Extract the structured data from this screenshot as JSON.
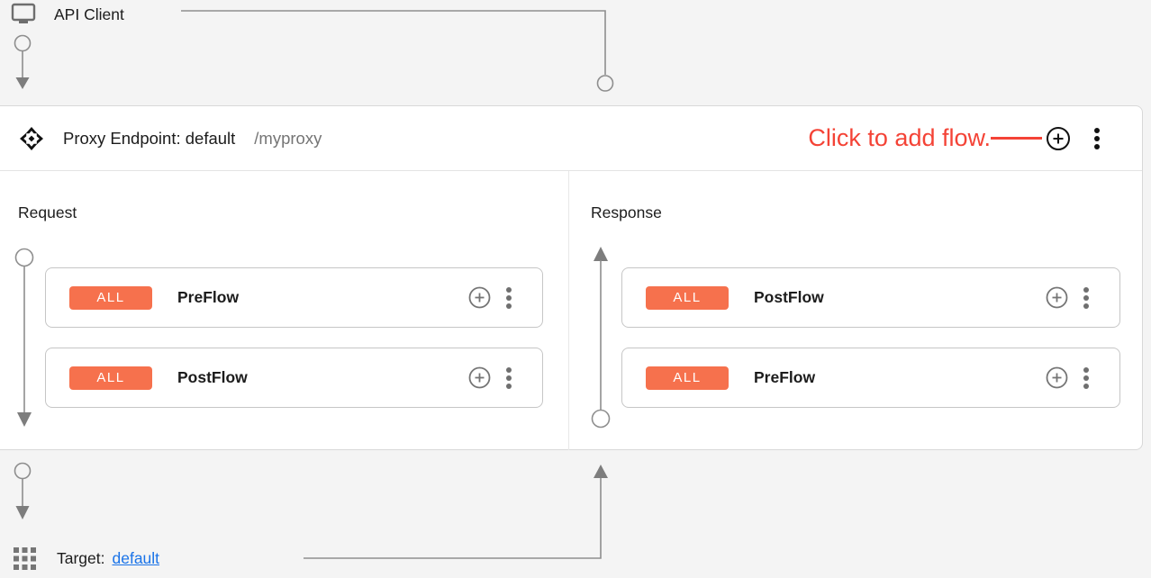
{
  "colors": {
    "badge_orange": "#f6714d",
    "annotation_red": "#f44336",
    "link_blue": "#1a73e8",
    "connector_gray": "#8e8e8e"
  },
  "api_client": {
    "label": "API Client"
  },
  "proxy_endpoint": {
    "title": "Proxy Endpoint: default",
    "path": "/myproxy",
    "annotation": "Click to add flow."
  },
  "request": {
    "label": "Request",
    "flows": [
      {
        "badge": "ALL",
        "name": "PreFlow"
      },
      {
        "badge": "ALL",
        "name": "PostFlow"
      }
    ]
  },
  "response": {
    "label": "Response",
    "flows": [
      {
        "badge": "ALL",
        "name": "PostFlow"
      },
      {
        "badge": "ALL",
        "name": "PreFlow"
      }
    ]
  },
  "target": {
    "label": "Target:",
    "link": "default"
  }
}
